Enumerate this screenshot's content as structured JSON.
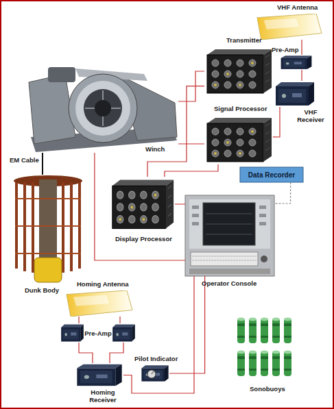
{
  "diagram": {
    "nodes": [
      {
        "text": [
          "VHF Antenna"
        ]
      },
      {
        "text": [
          "Transmitter"
        ]
      },
      {
        "text": [
          "Pre-Amp"
        ]
      },
      {
        "text": [
          "Winch"
        ]
      },
      {
        "text": [
          "VHF Receiver"
        ]
      },
      {
        "text": [
          "Signal Processor"
        ]
      },
      {
        "text": [
          "Data Recorder"
        ]
      },
      {
        "text": [
          "Display Processor"
        ]
      },
      {
        "text": [
          "Dunk Body"
        ]
      },
      {
        "text": [
          "Operator Console"
        ]
      },
      {
        "text": [
          "Homing Antenna"
        ]
      },
      {
        "text": [
          "Pre-Amp"
        ]
      },
      {
        "text": [
          "Pilot Indicator"
        ]
      },
      {
        "text": [
          "Homing Receiver"
        ]
      },
      {
        "text": [
          "Sonobuoys"
        ]
      }
    ],
    "edges": [
      {
        "from": 3,
        "to": 8,
        "label": "EM Cable",
        "arrow": "none"
      },
      {
        "from": 3,
        "to": 1,
        "arrow": "none"
      },
      {
        "from": 3,
        "to": 5,
        "arrow": "none"
      },
      {
        "from": 3,
        "to": 9,
        "arrow": "none"
      },
      {
        "from": 1,
        "to": 7,
        "arrow": "none"
      },
      {
        "from": 5,
        "to": 7,
        "arrow": "none"
      },
      {
        "from": 0,
        "to": 2,
        "arrow": "none"
      },
      {
        "from": 2,
        "to": 4,
        "arrow": "none"
      },
      {
        "from": 4,
        "to": 5,
        "arrow": "none"
      },
      {
        "from": 7,
        "to": 9,
        "arrow": "none"
      },
      {
        "from": 6,
        "to": 9,
        "arrow": "none"
      },
      {
        "from": 9,
        "to": 13,
        "arrow": "none"
      },
      {
        "from": 9,
        "to": 12,
        "arrow": "none"
      },
      {
        "from": 10,
        "to": 11,
        "arrow": "none"
      },
      {
        "from": 11,
        "to": 13,
        "arrow": "none"
      }
    ]
  }
}
